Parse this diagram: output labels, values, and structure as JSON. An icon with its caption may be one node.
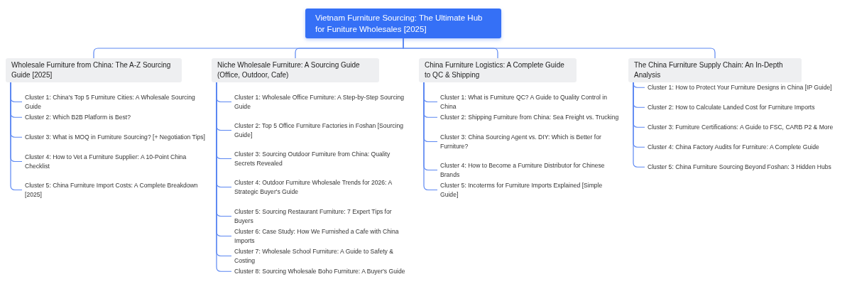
{
  "diagram": {
    "nodes": [
      {
        "text": [
          "Vietnam Furniture Sourcing: The Ultimate Hub for Funiture Wholesales [2025]"
        ]
      },
      {
        "text": [
          "Wholesale Furniture from China: The A-Z Sourcing Guide [2025]"
        ]
      },
      {
        "text": [
          "Cluster 1: China's Top 5 Furniture Cities: A Wholesale Sourcing Guide"
        ]
      },
      {
        "text": [
          "Cluster 2: Which B2B Platform is Best?"
        ]
      },
      {
        "text": [
          "Cluster 3: What is MOQ in Furniture Sourcing? [+ Negotiation Tips]"
        ]
      },
      {
        "text": [
          "Cluster 4: How to Vet a Furniture Supplier: A 10-Point China Checklist"
        ]
      },
      {
        "text": [
          "Cluster 5: China Furniture Import Costs: A Complete Breakdown [2025]"
        ]
      },
      {
        "text": [
          "Niche Wholesale Furniture: A Sourcing Guide (Office, Outdoor, Cafe)"
        ]
      },
      {
        "text": [
          "Cluster 1: Wholesale Office Furniture: A Step-by-Step Sourcing Guide"
        ]
      },
      {
        "text": [
          "Cluster 2: Top 5 Office Furniture Factories in Foshan [Sourcing Guide]"
        ]
      },
      {
        "text": [
          "Cluster 3: Sourcing Outdoor Furniture from China: Quality Secrets Revealed"
        ]
      },
      {
        "text": [
          "Cluster 4: Outdoor Furniture Wholesale Trends for 2026: A Strategic Buyer's Guide"
        ]
      },
      {
        "text": [
          "Cluster 5: Sourcing Restaurant Furniture: 7 Expert Tips for Buyers"
        ]
      },
      {
        "text": [
          "Cluster 6: Case Study: How We Furnished a Cafe with China Imports"
        ]
      },
      {
        "text": [
          "Cluster 7: Wholesale School Furniture: A Guide to Safety & Costing"
        ]
      },
      {
        "text": [
          "Cluster 8: Sourcing Wholesale Boho Furniture: A Buyer's Guide"
        ]
      },
      {
        "text": [
          "China Furniture Logistics: A Complete Guide to QC & Shipping"
        ]
      },
      {
        "text": [
          "Cluster 1: What is Furniture QC? A Guide to Quality Control in China"
        ]
      },
      {
        "text": [
          "Cluster 2: Shipping Furniture from China: Sea Freight vs. Trucking"
        ]
      },
      {
        "text": [
          "Cluster 3: China Sourcing Agent vs. DIY: Which is Better for Furniture?"
        ]
      },
      {
        "text": [
          "Cluster 4: How to Become a Furniture Distributor for Chinese Brands"
        ]
      },
      {
        "text": [
          "Cluster 5: Incoterms for Furniture Imports Explained [Simple Guide]"
        ]
      },
      {
        "text": [
          "The China Furniture Supply Chain: An In-Depth Analysis"
        ]
      },
      {
        "text": [
          "Cluster 1: How to Protect Your Furniture Designs in China [IP Guide]"
        ]
      },
      {
        "text": [
          "Cluster 2: How to Calculate Landed Cost for Furniture Imports"
        ]
      },
      {
        "text": [
          "Cluster 3: Furniture Certifications: A Guide to FSC, CARB P2 & More"
        ]
      },
      {
        "text": [
          "Cluster 4: China Factory Audits for Furniture: A Complete Guide"
        ]
      },
      {
        "text": [
          "Cluster 5: China Furniture Sourcing Beyond Foshan: 3 Hidden Hubs"
        ]
      }
    ],
    "edges": [
      {
        "from": 0,
        "to": 1,
        "arrow": "none"
      },
      {
        "from": 1,
        "to": 2,
        "arrow": "none"
      },
      {
        "from": 1,
        "to": 3,
        "arrow": "none"
      },
      {
        "from": 1,
        "to": 4,
        "arrow": "none"
      },
      {
        "from": 1,
        "to": 5,
        "arrow": "none"
      },
      {
        "from": 1,
        "to": 6,
        "arrow": "none"
      },
      {
        "from": 0,
        "to": 7,
        "arrow": "none"
      },
      {
        "from": 7,
        "to": 8,
        "arrow": "none"
      },
      {
        "from": 7,
        "to": 9,
        "arrow": "none"
      },
      {
        "from": 7,
        "to": 10,
        "arrow": "none"
      },
      {
        "from": 7,
        "to": 11,
        "arrow": "none"
      },
      {
        "from": 7,
        "to": 12,
        "arrow": "none"
      },
      {
        "from": 7,
        "to": 13,
        "arrow": "none"
      },
      {
        "from": 7,
        "to": 14,
        "arrow": "none"
      },
      {
        "from": 7,
        "to": 15,
        "arrow": "none"
      },
      {
        "from": 0,
        "to": 16,
        "arrow": "none"
      },
      {
        "from": 16,
        "to": 17,
        "arrow": "none"
      },
      {
        "from": 16,
        "to": 18,
        "arrow": "none"
      },
      {
        "from": 16,
        "to": 19,
        "arrow": "none"
      },
      {
        "from": 16,
        "to": 20,
        "arrow": "none"
      },
      {
        "from": 16,
        "to": 21,
        "arrow": "none"
      },
      {
        "from": 0,
        "to": 22,
        "arrow": "none"
      },
      {
        "from": 22,
        "to": 23,
        "arrow": "none"
      },
      {
        "from": 22,
        "to": 24,
        "arrow": "none"
      },
      {
        "from": 22,
        "to": 25,
        "arrow": "none"
      },
      {
        "from": 22,
        "to": 26,
        "arrow": "none"
      },
      {
        "from": 22,
        "to": 27,
        "arrow": "none"
      }
    ]
  }
}
